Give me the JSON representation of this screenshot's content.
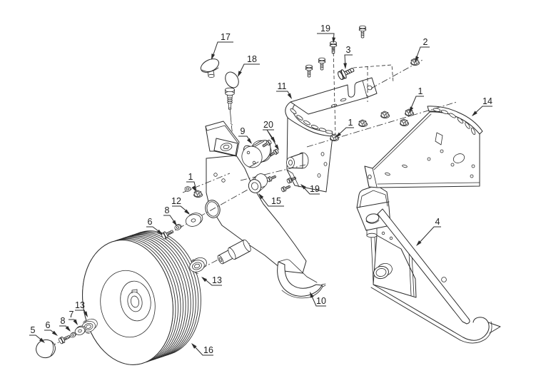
{
  "figure": {
    "kind": "exploded-parts-diagram",
    "background": "#ffffff",
    "line_color": "#2b2b2b"
  },
  "callouts": {
    "c17": {
      "label": "17"
    },
    "c18": {
      "label": "18"
    },
    "c19a": {
      "label": "19"
    },
    "c3": {
      "label": "3"
    },
    "c2": {
      "label": "2"
    },
    "c11": {
      "label": "11"
    },
    "c1a": {
      "label": "1"
    },
    "c14": {
      "label": "14"
    },
    "c9": {
      "label": "9"
    },
    "c20": {
      "label": "20"
    },
    "c1b": {
      "label": "1"
    },
    "c1c": {
      "label": "1"
    },
    "c15": {
      "label": "15"
    },
    "c19b": {
      "label": "19"
    },
    "c12": {
      "label": "12"
    },
    "c8a": {
      "label": "8"
    },
    "c6a": {
      "label": "6"
    },
    "c13a": {
      "label": "13"
    },
    "c10": {
      "label": "10"
    },
    "c4": {
      "label": "4"
    },
    "c16": {
      "label": "16"
    },
    "c13b": {
      "label": "13"
    },
    "c7": {
      "label": "7"
    },
    "c8b": {
      "label": "8"
    },
    "c6b": {
      "label": "6"
    },
    "c5": {
      "label": "5"
    }
  }
}
